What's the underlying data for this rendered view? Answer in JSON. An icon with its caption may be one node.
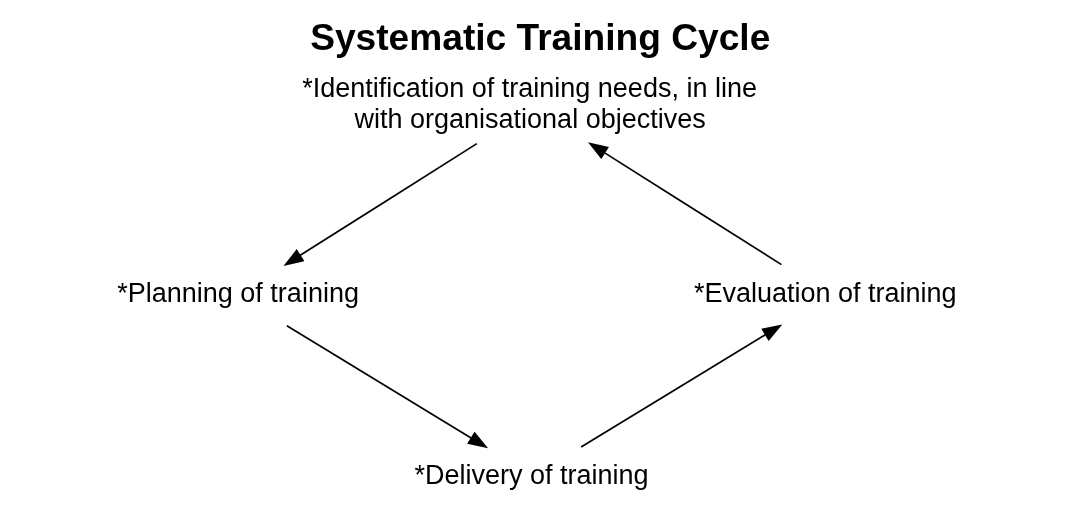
{
  "diagram": {
    "title": "Systematic Training Cycle",
    "nodes": [
      {
        "text": [
          "*Identification of training needs, in line with organisational objectives"
        ]
      },
      {
        "text": [
          "*Planning of training"
        ]
      },
      {
        "text": [
          "*Delivery of training"
        ]
      },
      {
        "text": [
          "*Evaluation of training"
        ]
      }
    ],
    "edges": [
      {
        "from": 0,
        "to": 1,
        "arrow": "to"
      },
      {
        "from": 1,
        "to": 2,
        "arrow": "to"
      },
      {
        "from": 2,
        "to": 3,
        "arrow": "to"
      },
      {
        "from": 3,
        "to": 0,
        "arrow": "to"
      }
    ]
  }
}
